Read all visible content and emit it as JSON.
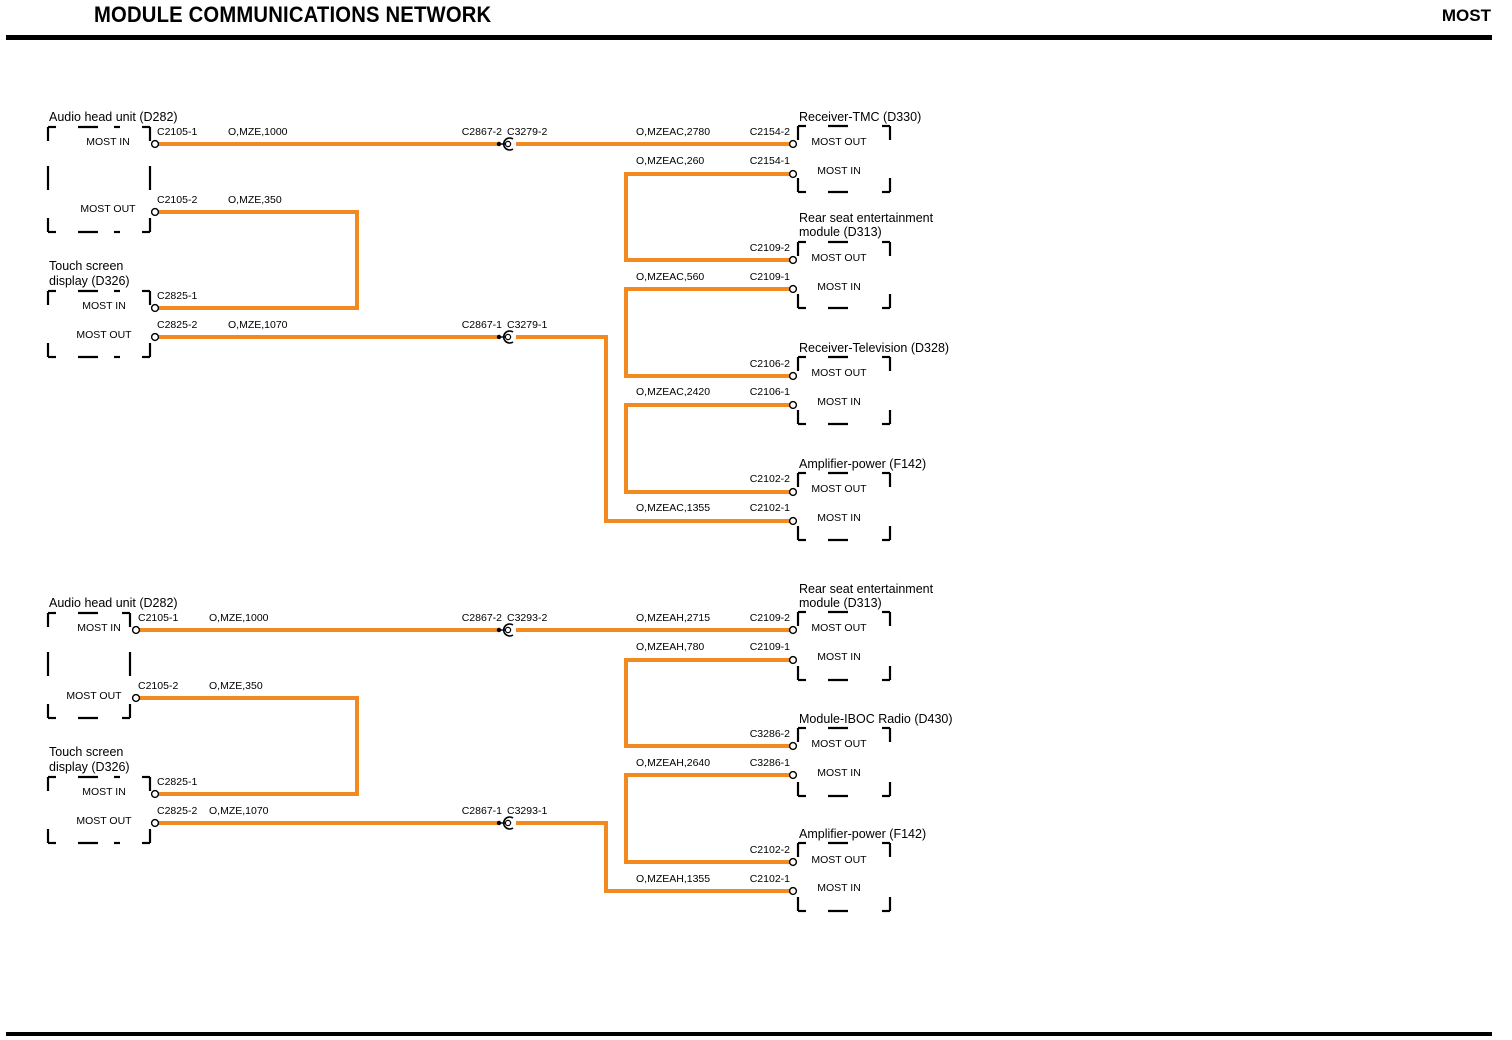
{
  "header": {
    "title": "MODULE COMMUNICATIONS NETWORK",
    "section": "MOST"
  },
  "colors": {
    "wire": "#f28a1f",
    "line": "#000000"
  },
  "diagram": {
    "top": {
      "modules": [
        {
          "id": "audio",
          "side": "left",
          "name": [
            "Audio head unit (D282)"
          ],
          "ports": [
            "MOST IN",
            "MOST OUT"
          ]
        },
        {
          "id": "touch",
          "side": "left",
          "name": [
            "Touch screen",
            "display (D326)"
          ],
          "ports": [
            "MOST IN",
            "MOST OUT"
          ]
        },
        {
          "id": "tmc",
          "side": "right",
          "name": [
            "Receiver-TMC (D330)"
          ],
          "ports": [
            "MOST OUT",
            "MOST IN"
          ]
        },
        {
          "id": "rse",
          "side": "right",
          "name": [
            "Rear seat entertainment",
            "module (D313)"
          ],
          "ports": [
            "MOST OUT",
            "MOST IN"
          ]
        },
        {
          "id": "tv",
          "side": "right",
          "name": [
            "Receiver-Television (D328)"
          ],
          "ports": [
            "MOST OUT",
            "MOST IN"
          ]
        },
        {
          "id": "amp",
          "side": "right",
          "name": [
            "Amplifier-power (F142)"
          ],
          "ports": [
            "MOST OUT",
            "MOST IN"
          ]
        }
      ],
      "connectors": [
        "C2105-1",
        "C2105-2",
        "C2825-1",
        "C2825-2",
        "C2154-2",
        "C2154-1",
        "C2109-2",
        "C2109-1",
        "C2106-2",
        "C2106-1",
        "C2102-2",
        "C2102-1"
      ],
      "inline": [
        {
          "a": "C2867-2",
          "b": "C3279-2"
        },
        {
          "a": "C2867-1",
          "b": "C3279-1"
        }
      ],
      "wires": [
        "O,MZE,1000",
        "O,MZE,350",
        "O,MZE,1070",
        "O,MZEAC,2780",
        "O,MZEAC,260",
        "O,MZEAC,560",
        "O,MZEAC,2420",
        "O,MZEAC,1355"
      ]
    },
    "bottom": {
      "modules": [
        {
          "id": "audio",
          "side": "left",
          "name": [
            "Audio head unit (D282)"
          ],
          "ports": [
            "MOST IN",
            "MOST OUT"
          ]
        },
        {
          "id": "touch",
          "side": "left",
          "name": [
            "Touch screen",
            "display (D326)"
          ],
          "ports": [
            "MOST IN",
            "MOST OUT"
          ]
        },
        {
          "id": "rse",
          "side": "right",
          "name": [
            "Rear seat entertainment",
            "module (D313)"
          ],
          "ports": [
            "MOST OUT",
            "MOST IN"
          ]
        },
        {
          "id": "iboc",
          "side": "right",
          "name": [
            "Module-IBOC Radio (D430)"
          ],
          "ports": [
            "MOST OUT",
            "MOST IN"
          ]
        },
        {
          "id": "amp",
          "side": "right",
          "name": [
            "Amplifier-power (F142)"
          ],
          "ports": [
            "MOST OUT",
            "MOST IN"
          ]
        }
      ],
      "connectors": [
        "C2105-1",
        "C2105-2",
        "C2825-1",
        "C2825-2",
        "C2109-2",
        "C2109-1",
        "C3286-2",
        "C3286-1",
        "C2102-2",
        "C2102-1"
      ],
      "inline": [
        {
          "a": "C2867-2",
          "b": "C3293-2"
        },
        {
          "a": "C2867-1",
          "b": "C3293-1"
        }
      ],
      "wires": [
        "O,MZE,1000",
        "O,MZE,350",
        "O,MZE,1070",
        "O,MZEAH,2715",
        "O,MZEAH,780",
        "O,MZEAH,2640",
        "O,MZEAH,1355"
      ]
    }
  }
}
